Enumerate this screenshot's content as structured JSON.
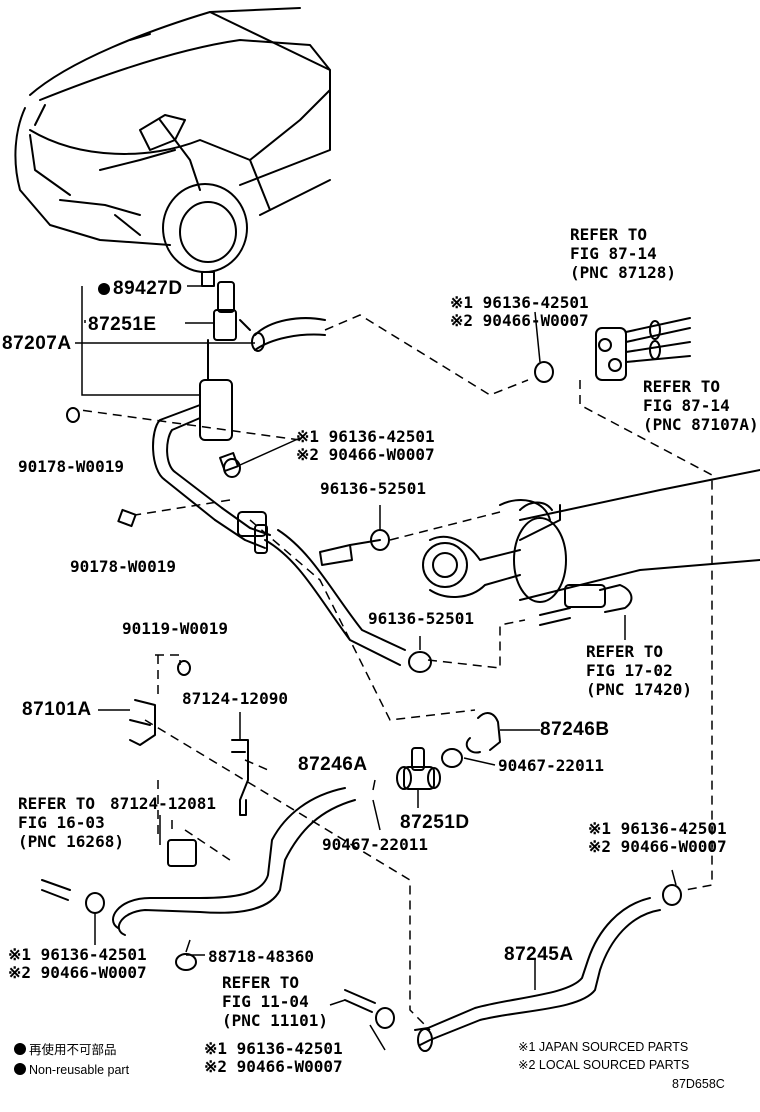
{
  "parts": {
    "p89427D": "89427D",
    "p87251E": "87251E",
    "p87207A": "87207A",
    "p90178_1": "90178-W0019",
    "p90178_2": "90178-W0019",
    "p96136_52501_a": "96136-52501",
    "p96136_52501_b": "96136-52501",
    "p90119": "90119-W0019",
    "p87101A": "87101A",
    "p87124_12090": "87124-12090",
    "p87246A": "87246A",
    "p87246B": "87246B",
    "p90467_a": "90467-22011",
    "p90467_b": "90467-22011",
    "p87251D": "87251D",
    "p87124_12081": "87124-12081",
    "p88718": "88718-48360",
    "p87245A": "87245A"
  },
  "clamp_pairs": {
    "c1": [
      "※1 96136-42501",
      "※2 90466-W0007"
    ],
    "c2": [
      "※1 96136-42501",
      "※2 90466-W0007"
    ],
    "c3": [
      "※1 96136-42501",
      "※2 90466-W0007"
    ],
    "c4": [
      "※1 96136-42501",
      "※2 90466-W0007"
    ],
    "c5": [
      "※1 96136-42501",
      "※2 90466-W0007"
    ]
  },
  "refs": {
    "r87128": [
      "REFER TO",
      "FIG 87-14",
      "(PNC 87128)"
    ],
    "r87107A": [
      "REFER TO",
      "FIG 87-14",
      "(PNC 87107A)"
    ],
    "r17420": [
      "REFER TO",
      "FIG 17-02",
      "(PNC 17420)"
    ],
    "r16268": [
      "REFER TO",
      "FIG 16-03",
      "(PNC 16268)"
    ],
    "r11101": [
      "REFER TO",
      "FIG 11-04",
      "(PNC 11101)"
    ]
  },
  "notes": {
    "japan": "※1 JAPAN SOURCED PARTS",
    "local": "※2 LOCAL SOURCED PARTS",
    "reuse_jp": "再使用不可部品",
    "reuse_en": "Non-reusable part",
    "figure_code": "87D658C"
  }
}
